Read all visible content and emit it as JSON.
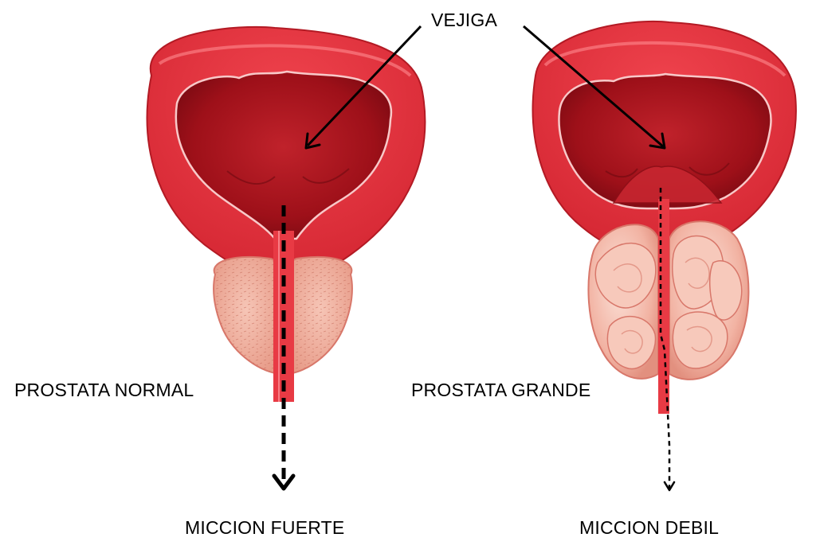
{
  "labels": {
    "bladder": "VEJIGA",
    "normal_prostate": "PROSTATA NORMAL",
    "enlarged_prostate": "PROSTATA GRANDE",
    "strong_flow": "MICCION FUERTE",
    "weak_flow": "MICCION DEBIL"
  },
  "colors": {
    "bladder_wall": "#e8303a",
    "bladder_wall_dark": "#c41f2a",
    "bladder_cavity": "#a8121c",
    "prostate_tissue": "#f3b7a6",
    "prostate_outline": "#d8776a",
    "urethra": "#e83a44",
    "arrow": "#000000"
  }
}
